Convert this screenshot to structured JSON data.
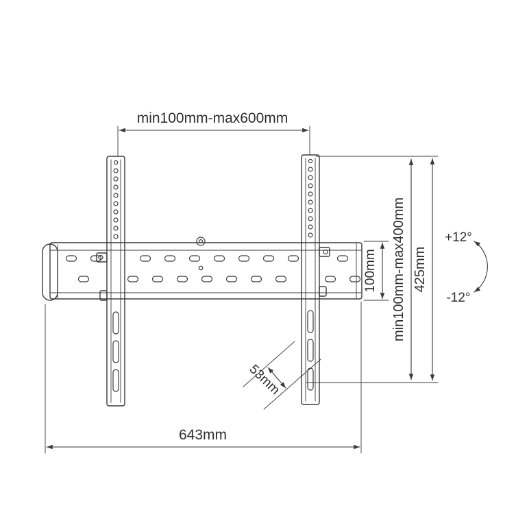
{
  "colors": {
    "background": "#ffffff",
    "line": "#3a3a3a",
    "text": "#2f2f2f"
  },
  "labels": {
    "top_width": "min100mm-max600mm",
    "total_width": "643mm",
    "plate_height": "100mm",
    "vesa_vertical_range": "min100mm-max400mm",
    "bracket_height": "425mm",
    "tilt_up": "+12°",
    "tilt_down": "-12°",
    "mount_depth": "53mm"
  }
}
